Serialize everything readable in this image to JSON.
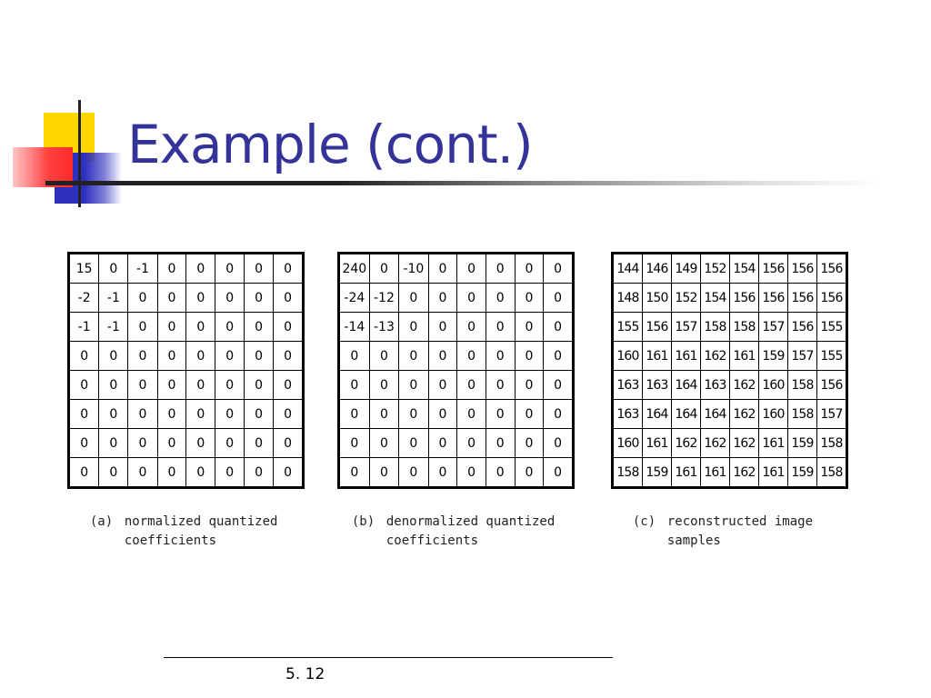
{
  "slide": {
    "title": "Example (cont.)",
    "page_number": "5. 12"
  },
  "matrices": [
    {
      "caption_label": "(a)",
      "caption_lines": [
        "normalized quantized",
        "coefficients"
      ],
      "rows": [
        [
          "15",
          "0",
          "-1",
          "0",
          "0",
          "0",
          "0",
          "0"
        ],
        [
          "-2",
          "-1",
          "0",
          "0",
          "0",
          "0",
          "0",
          "0"
        ],
        [
          "-1",
          "-1",
          "0",
          "0",
          "0",
          "0",
          "0",
          "0"
        ],
        [
          "0",
          "0",
          "0",
          "0",
          "0",
          "0",
          "0",
          "0"
        ],
        [
          "0",
          "0",
          "0",
          "0",
          "0",
          "0",
          "0",
          "0"
        ],
        [
          "0",
          "0",
          "0",
          "0",
          "0",
          "0",
          "0",
          "0"
        ],
        [
          "0",
          "0",
          "0",
          "0",
          "0",
          "0",
          "0",
          "0"
        ],
        [
          "0",
          "0",
          "0",
          "0",
          "0",
          "0",
          "0",
          "0"
        ]
      ]
    },
    {
      "caption_label": "(b)",
      "caption_lines": [
        "denormalized quantized",
        "coefficients"
      ],
      "rows": [
        [
          "240",
          "0",
          "-10",
          "0",
          "0",
          "0",
          "0",
          "0"
        ],
        [
          "-24",
          "-12",
          "0",
          "0",
          "0",
          "0",
          "0",
          "0"
        ],
        [
          "-14",
          "-13",
          "0",
          "0",
          "0",
          "0",
          "0",
          "0"
        ],
        [
          "0",
          "0",
          "0",
          "0",
          "0",
          "0",
          "0",
          "0"
        ],
        [
          "0",
          "0",
          "0",
          "0",
          "0",
          "0",
          "0",
          "0"
        ],
        [
          "0",
          "0",
          "0",
          "0",
          "0",
          "0",
          "0",
          "0"
        ],
        [
          "0",
          "0",
          "0",
          "0",
          "0",
          "0",
          "0",
          "0"
        ],
        [
          "0",
          "0",
          "0",
          "0",
          "0",
          "0",
          "0",
          "0"
        ]
      ]
    },
    {
      "caption_label": "(c)",
      "caption_lines": [
        "reconstructed image",
        "samples"
      ],
      "rows": [
        [
          "144",
          "146",
          "149",
          "152",
          "154",
          "156",
          "156",
          "156"
        ],
        [
          "148",
          "150",
          "152",
          "154",
          "156",
          "156",
          "156",
          "156"
        ],
        [
          "155",
          "156",
          "157",
          "158",
          "158",
          "157",
          "156",
          "155"
        ],
        [
          "160",
          "161",
          "161",
          "162",
          "161",
          "159",
          "157",
          "155"
        ],
        [
          "163",
          "163",
          "164",
          "163",
          "162",
          "160",
          "158",
          "156"
        ],
        [
          "163",
          "164",
          "164",
          "164",
          "162",
          "160",
          "158",
          "157"
        ],
        [
          "160",
          "161",
          "162",
          "162",
          "162",
          "161",
          "159",
          "158"
        ],
        [
          "158",
          "159",
          "161",
          "161",
          "162",
          "161",
          "159",
          "158"
        ]
      ]
    }
  ]
}
